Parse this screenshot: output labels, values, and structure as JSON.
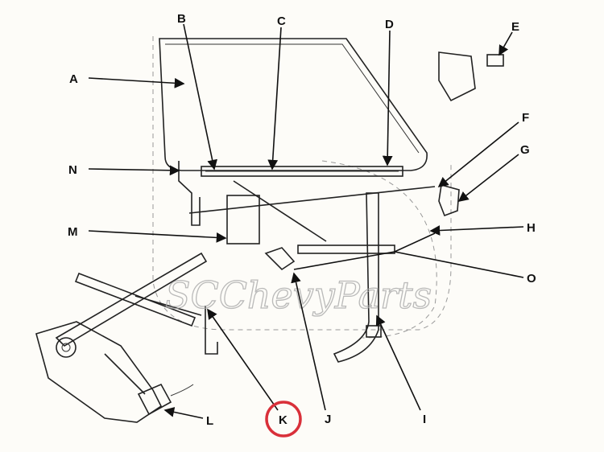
{
  "diagram": {
    "labels": [
      "A",
      "B",
      "C",
      "D",
      "E",
      "F",
      "G",
      "H",
      "I",
      "J",
      "K",
      "L",
      "M",
      "N",
      "O"
    ],
    "highlighted_label": "K",
    "highlight_color": "#d9303a",
    "watermark": "SCChevyParts"
  }
}
